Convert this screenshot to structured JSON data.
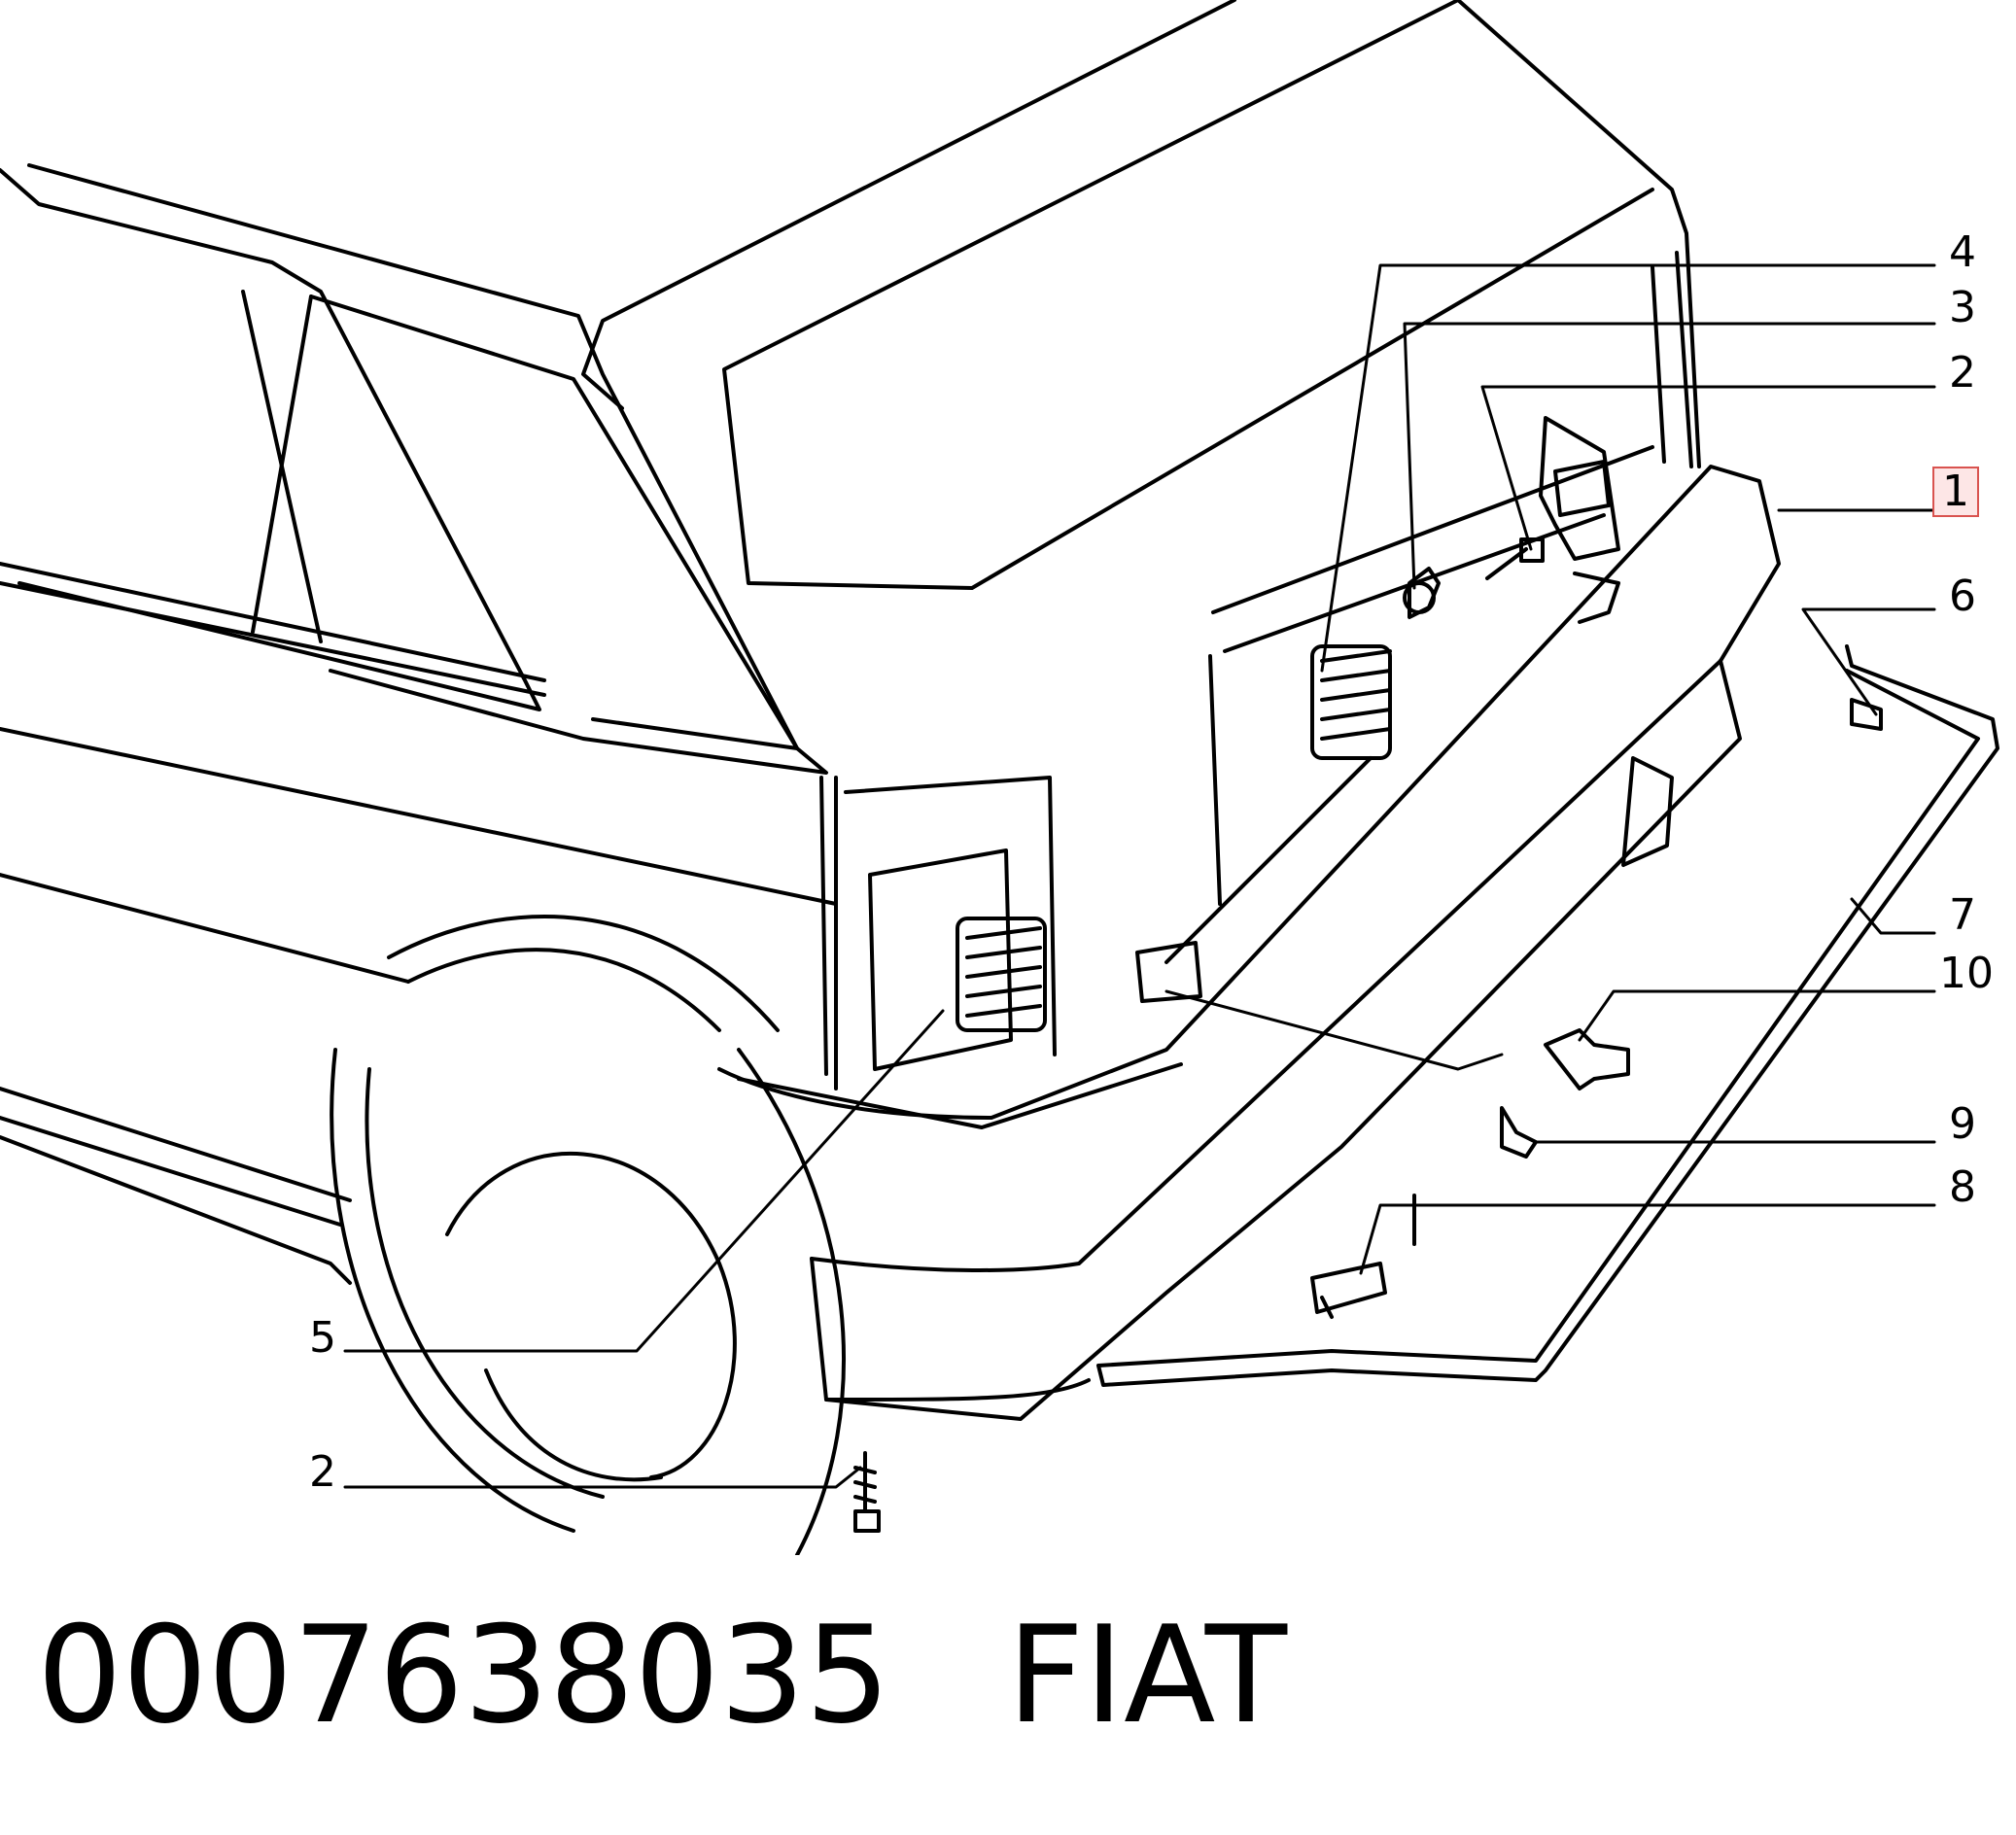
{
  "diagram": {
    "callouts": [
      {
        "id": "4",
        "label": "4"
      },
      {
        "id": "3",
        "label": "3"
      },
      {
        "id": "2a",
        "label": "2"
      },
      {
        "id": "1",
        "label": "1",
        "highlight": true
      },
      {
        "id": "6",
        "label": "6"
      },
      {
        "id": "7",
        "label": "7"
      },
      {
        "id": "10",
        "label": "10"
      },
      {
        "id": "9",
        "label": "9"
      },
      {
        "id": "8",
        "label": "8"
      },
      {
        "id": "5",
        "label": "5"
      },
      {
        "id": "2b",
        "label": "2"
      }
    ],
    "highlight_color": "#d9534f"
  },
  "caption": {
    "part_number": "0007638035",
    "brand": "FIAT"
  }
}
